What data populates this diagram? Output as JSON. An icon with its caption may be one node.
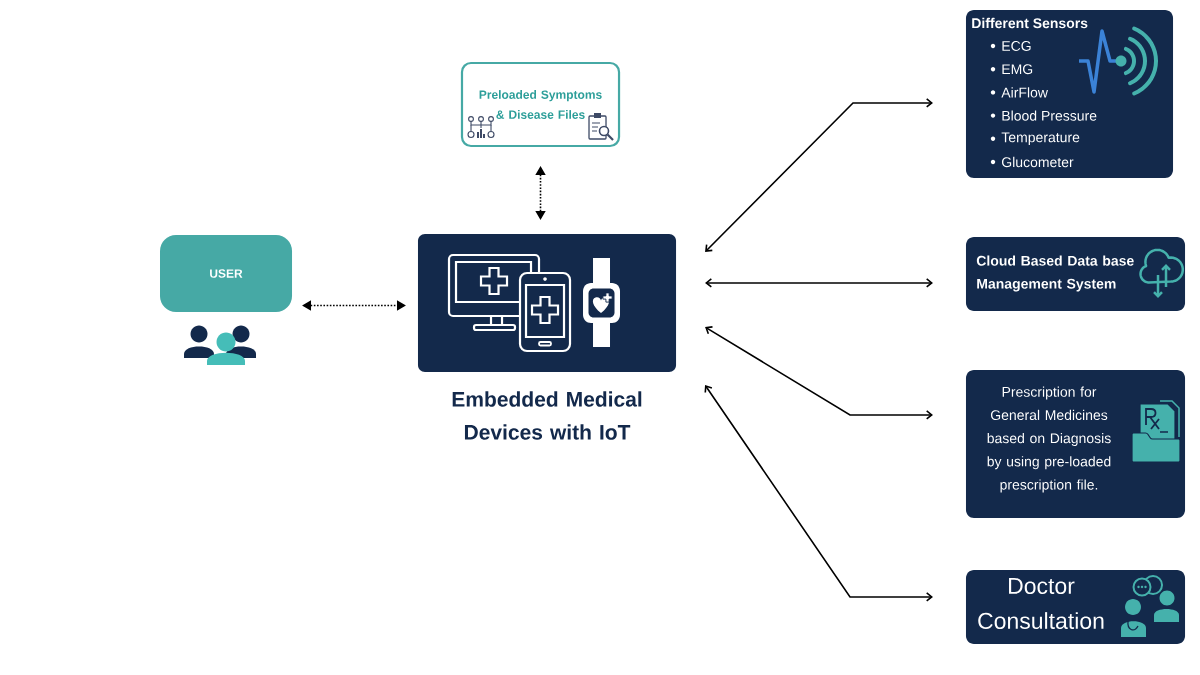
{
  "diagram": {
    "nodes": [
      {
        "text": [
          "Preloaded Symptoms & Disease Files"
        ]
      },
      {
        "text": [
          "USER"
        ]
      },
      {
        "text": [
          "Embedded Medical Devices with IoT"
        ]
      },
      {
        "text": [
          "Different Sensors",
          "ECG",
          "EMG",
          "AirFlow",
          "Blood Pressure",
          "Temperature",
          "Glucometer"
        ]
      },
      {
        "text": [
          "Cloud Based Data base Management System"
        ]
      },
      {
        "text": [
          "Prescription for General Medicines based on Diagnosis by using pre-loaded prescription file."
        ]
      },
      {
        "text": [
          "Doctor Consultation"
        ]
      }
    ],
    "edges": [
      {
        "from": 0,
        "to": 2,
        "arrow": "both",
        "style": "dashed"
      },
      {
        "from": 1,
        "to": 2,
        "arrow": "both",
        "style": "dashed"
      },
      {
        "from": 2,
        "to": 3,
        "arrow": "both"
      },
      {
        "from": 2,
        "to": 4,
        "arrow": "both"
      },
      {
        "from": 2,
        "to": 5,
        "arrow": "both"
      },
      {
        "from": 2,
        "to": 6,
        "arrow": "both"
      }
    ]
  }
}
